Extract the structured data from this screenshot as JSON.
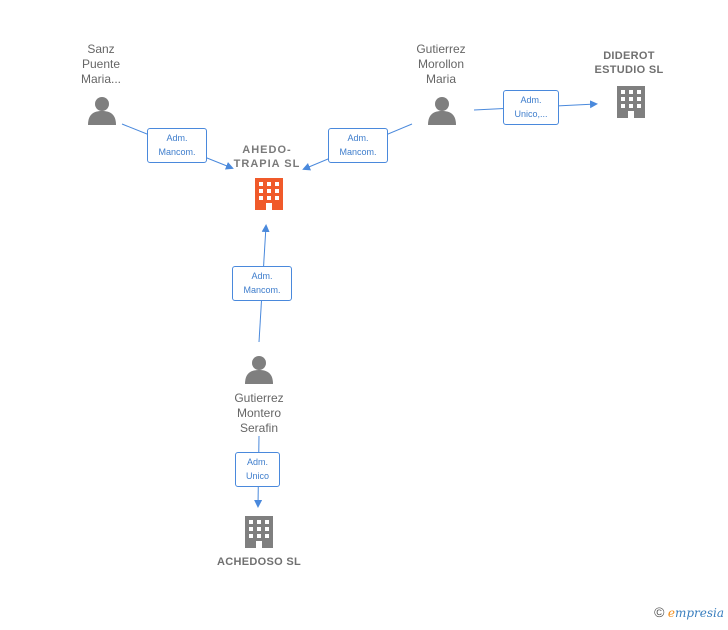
{
  "nodes": {
    "sanz": {
      "lines": [
        "Sanz",
        "Puente",
        "Maria..."
      ]
    },
    "morollon": {
      "lines": [
        "Gutierrez",
        "Morollon",
        "Maria"
      ]
    },
    "serafin": {
      "lines": [
        "Gutierrez",
        "Montero",
        "Serafin"
      ]
    },
    "ahedo": {
      "lines": [
        "AHEDO-",
        "TRAPIA  SL"
      ]
    },
    "diderot": {
      "lines": [
        "DIDEROT",
        "ESTUDIO SL"
      ]
    },
    "achedoso": {
      "lines": [
        "ACHEDOSO SL"
      ]
    }
  },
  "edges": {
    "sanz_ahedo": [
      "Adm.",
      "Mancom."
    ],
    "morollon_ahedo": [
      "Adm.",
      "Mancom."
    ],
    "morollon_diderot": [
      "Adm.",
      "Unico,..."
    ],
    "serafin_ahedo": [
      "Adm.",
      "Mancom."
    ],
    "serafin_achedoso": [
      "Adm.",
      "Unico"
    ]
  },
  "footer": {
    "copyright": "©",
    "brand_initial": "e",
    "brand_rest": "mpresia"
  },
  "colors": {
    "edge": "#4a89dc",
    "person": "#7f7f7f",
    "company": "#7f7f7f",
    "focus_company": "#f05a2a"
  }
}
